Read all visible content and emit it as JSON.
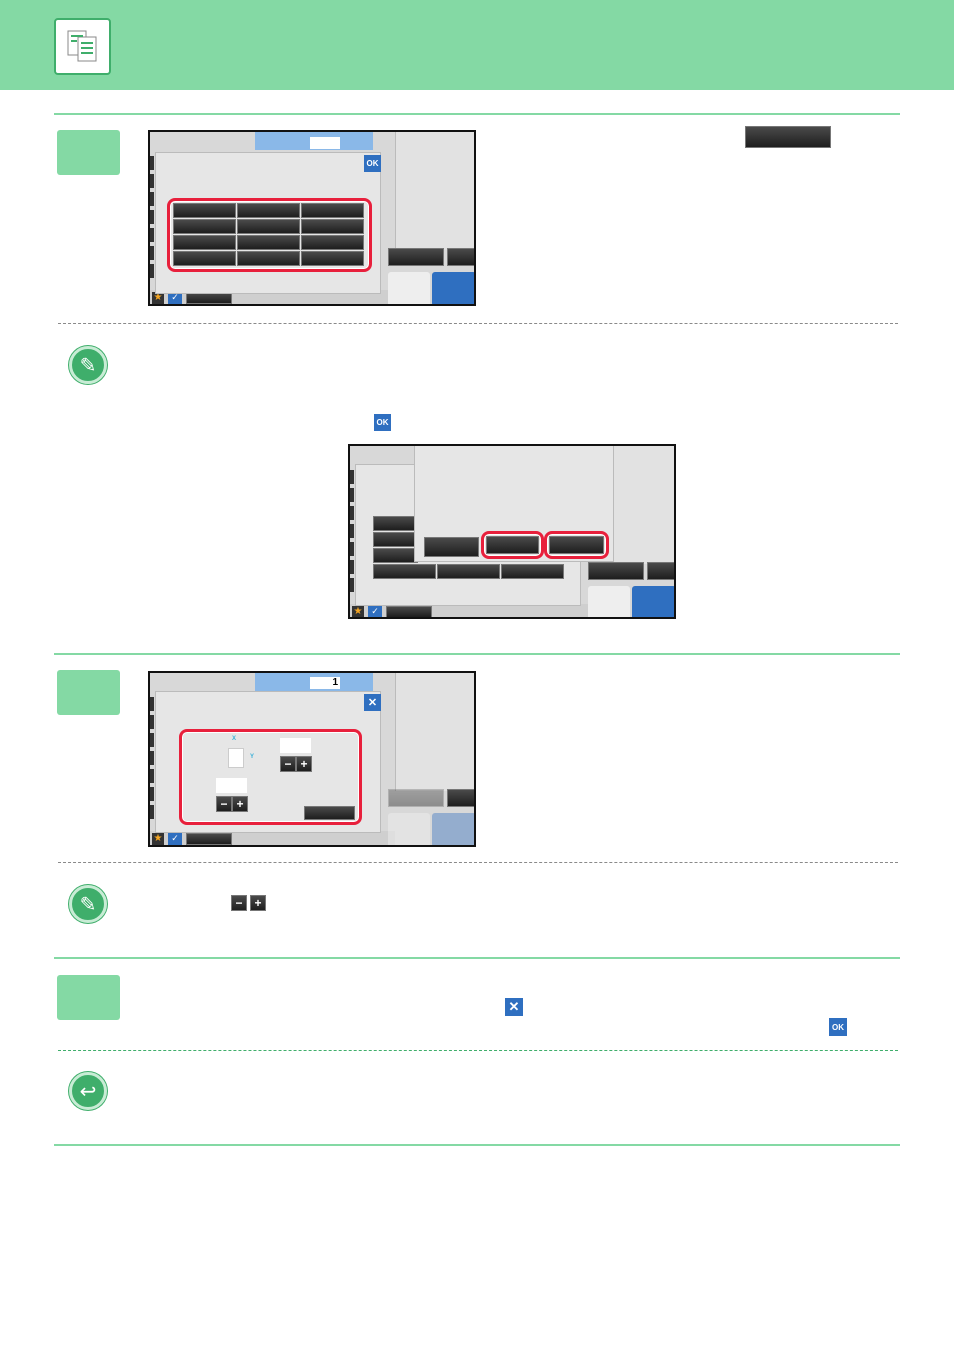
{
  "screens": {
    "ok_label": "OK",
    "copies_value": "1",
    "x_label": "X",
    "y_label": "Y",
    "minus": "−",
    "plus": "+"
  },
  "inline_icons": {
    "ok_label": "OK",
    "minus": "−",
    "plus": "+",
    "close": "✕"
  },
  "colors": {
    "accent": "#84d9a4",
    "highlight": "#e8203c",
    "ok_blue": "#2f6fc0"
  }
}
